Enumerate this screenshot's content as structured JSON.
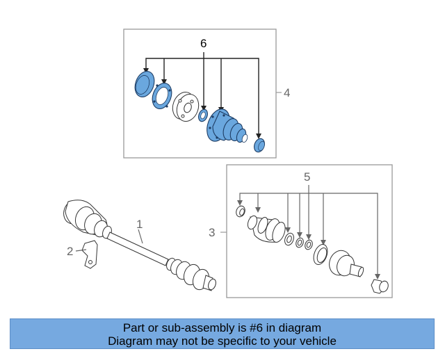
{
  "callouts": {
    "c1": "1",
    "c2": "2",
    "c3": "3",
    "c4": "4",
    "c5": "5",
    "c6": "6"
  },
  "banner": {
    "line1": "Part or sub-assembly is #6 in diagram",
    "line2": "Diagram may not be specific to your vehicle"
  },
  "colors": {
    "highlight": "#6aa7de",
    "banner": "#76a9e0"
  }
}
